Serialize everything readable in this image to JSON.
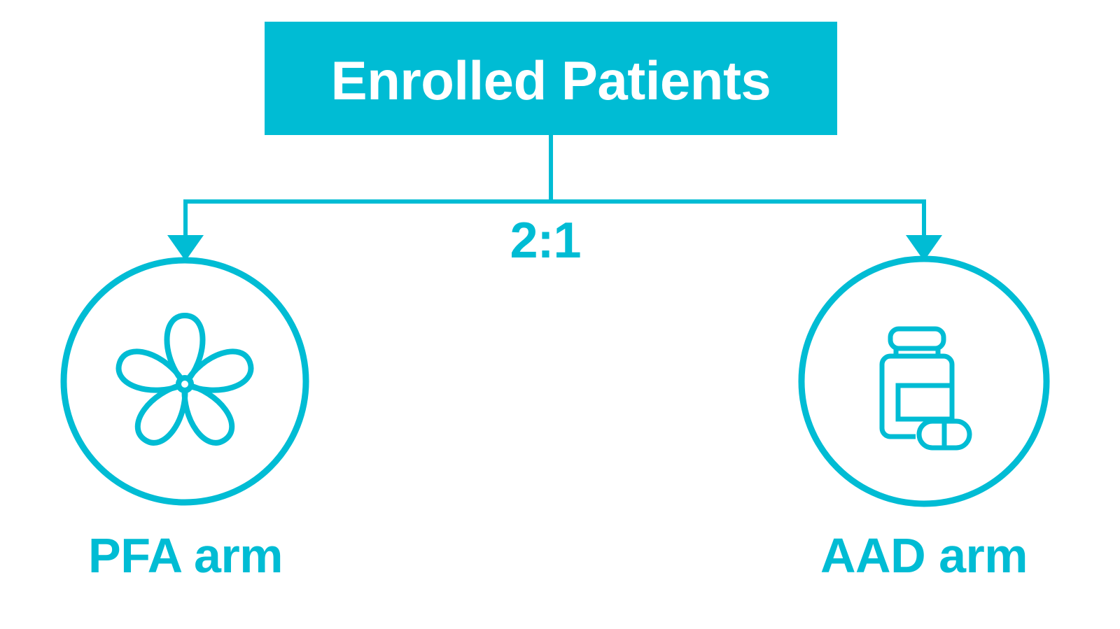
{
  "figure": {
    "type": "flow-diagram",
    "background_color": "#ffffff",
    "accent_color": "#00bcd4",
    "banner_text_color": "#ffffff"
  },
  "banner": {
    "title": "Enrolled Patients",
    "fill": "#00bcd4",
    "text_color": "#ffffff"
  },
  "randomization": {
    "ratio_label": "2:1",
    "color": "#00bcd4"
  },
  "branches": [
    {
      "id": "pfa",
      "label": "PFA arm",
      "icon": "flower-petal-catheter-icon",
      "icon_petals": 5,
      "color": "#00bcd4"
    },
    {
      "id": "aad",
      "label": "AAD arm",
      "icon": "pill-bottle-icon",
      "color": "#00bcd4"
    }
  ],
  "connectors": {
    "stem": "vertical-stem",
    "crossbar": "horizontal-crossbar",
    "left_arrow": "arrow-down-left",
    "right_arrow": "arrow-down-right"
  }
}
